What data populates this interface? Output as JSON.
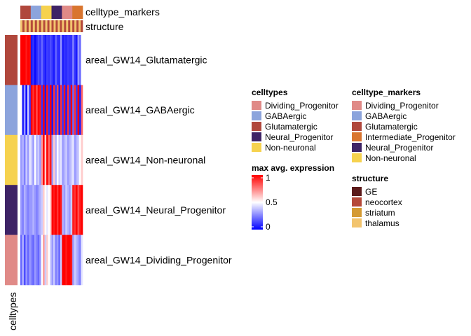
{
  "chart_data": {
    "type": "heatmap",
    "rows": [
      "areal_GW14_Glutamatergic",
      "areal_GW14_GABAergic",
      "areal_GW14_Non-neuronal",
      "areal_GW14_Neural_Progenitor",
      "areal_GW14_Dividing_Progenitor"
    ],
    "row_celltypes": [
      "Glutamatergic",
      "GABAergic",
      "Non-neuronal",
      "Neural_Progenitor",
      "Dividing_Progenitor"
    ],
    "row_axis_label": "celltypes",
    "column_annotations": {
      "markers_label": "celltype_markers",
      "structure_label": "structure"
    },
    "marker_blocks": [
      {
        "marker": "Glutamatergic",
        "n": 6
      },
      {
        "marker": "GABAergic",
        "n": 6
      },
      {
        "marker": "Non-neuronal",
        "n": 6
      },
      {
        "marker": "Neural_Progenitor",
        "n": 6
      },
      {
        "marker": "Dividing_Progenitor",
        "n": 6
      },
      {
        "marker": "Intermediate_Progenitor",
        "n": 6
      }
    ],
    "column_structure": [
      "thalamus",
      "neocortex",
      "thalamus",
      "neocortex",
      "thalamus",
      "neocortex",
      "thalamus",
      "neocortex",
      "thalamus",
      "neocortex",
      "thalamus",
      "neocortex",
      "thalamus",
      "neocortex",
      "thalamus",
      "neocortex",
      "thalamus",
      "neocortex",
      "thalamus",
      "neocortex",
      "thalamus",
      "neocortex",
      "thalamus",
      "neocortex",
      "thalamus",
      "neocortex",
      "thalamus",
      "neocortex",
      "thalamus",
      "neocortex"
    ],
    "values": [
      [
        1,
        1,
        1,
        0.95,
        1,
        0.98,
        0.05,
        0.1,
        0.02,
        0.08,
        0.15,
        0.1,
        0.2,
        0.1,
        0.05,
        0.12,
        0.1,
        0.15,
        0.1,
        0.05,
        0.2,
        0.1,
        0.08,
        0.3,
        0.05,
        0.1,
        0.08,
        0.12,
        0.1,
        0.1,
        0.25,
        0.1,
        0.05,
        0.3,
        0.2,
        0.5
      ],
      [
        0.5,
        0.05,
        0.3,
        0.02,
        0.4,
        0.1,
        1,
        0.9,
        1,
        0.85,
        1,
        0.95,
        0.1,
        1,
        0.05,
        0.95,
        0.1,
        1,
        0.05,
        0.9,
        0.1,
        0.85,
        0.05,
        0.9,
        0.1,
        0.95,
        0.05,
        0.9,
        0.1,
        1,
        0.2,
        0.9,
        0.1,
        1,
        0.05,
        0.8
      ],
      [
        0.3,
        0.35,
        0.25,
        0.4,
        0.3,
        0.45,
        0.4,
        0.3,
        0.5,
        0.35,
        0.4,
        0.3,
        0.7,
        1,
        0.6,
        1,
        0.8,
        0.95,
        0.3,
        0.6,
        0.35,
        0.5,
        0.4,
        0.45,
        0.3,
        0.35,
        0.4,
        0.3,
        0.35,
        0.4,
        0.45,
        0.3,
        0.35,
        0.4,
        0.5,
        0.6
      ],
      [
        0.3,
        0.25,
        0.35,
        0.3,
        0.25,
        0.3,
        0.3,
        0.35,
        0.3,
        0.25,
        0.3,
        0.35,
        0.4,
        0.6,
        0.5,
        0.45,
        0.5,
        0.6,
        1,
        0.95,
        1,
        0.9,
        1,
        0.95,
        0.35,
        0.3,
        0.4,
        0.35,
        0.3,
        0.4,
        0.95,
        0.9,
        1,
        0.85,
        0.95,
        1
      ],
      [
        0.2,
        0.35,
        0.15,
        0.3,
        0.2,
        0.3,
        0.25,
        0.2,
        0.3,
        0.25,
        0.2,
        0.3,
        0.5,
        0.7,
        0.4,
        0.6,
        0.5,
        0.4,
        0.3,
        0.4,
        0.25,
        0.3,
        0.2,
        0.4,
        1,
        1,
        0.95,
        1,
        1,
        0.95,
        0.3,
        0.4,
        0.35,
        0.3,
        0.25,
        0.45
      ]
    ],
    "color_scale": {
      "low": "#0000FF",
      "mid": "#FFFFFF",
      "high": "#FF0000",
      "min": 0,
      "mid_value": 0.5,
      "max": 1
    }
  },
  "colors": {
    "Dividing_Progenitor": "#E08A87",
    "GABAergic": "#8CA4DC",
    "Glutamatergic": "#B0473C",
    "Intermediate_Progenitor": "#D9752F",
    "Neural_Progenitor": "#3E2366",
    "Non-neuronal": "#F6D24E",
    "GE": "#5B1A1A",
    "neocortex": "#B5493A",
    "striatum": "#D49A33",
    "thalamus": "#F2C46E"
  },
  "legends": {
    "celltypes": {
      "title": "celltypes",
      "items": [
        "Dividing_Progenitor",
        "GABAergic",
        "Glutamatergic",
        "Neural_Progenitor",
        "Non-neuronal"
      ]
    },
    "celltype_markers": {
      "title": "celltype_markers",
      "items": [
        "Dividing_Progenitor",
        "GABAergic",
        "Glutamatergic",
        "Intermediate_Progenitor",
        "Neural_Progenitor",
        "Non-neuronal"
      ]
    },
    "expression": {
      "title": "max avg. expression",
      "ticks": [
        "1",
        "0.5",
        "0"
      ]
    },
    "structure": {
      "title": "structure",
      "items": [
        "GE",
        "neocortex",
        "striatum",
        "thalamus"
      ]
    }
  }
}
